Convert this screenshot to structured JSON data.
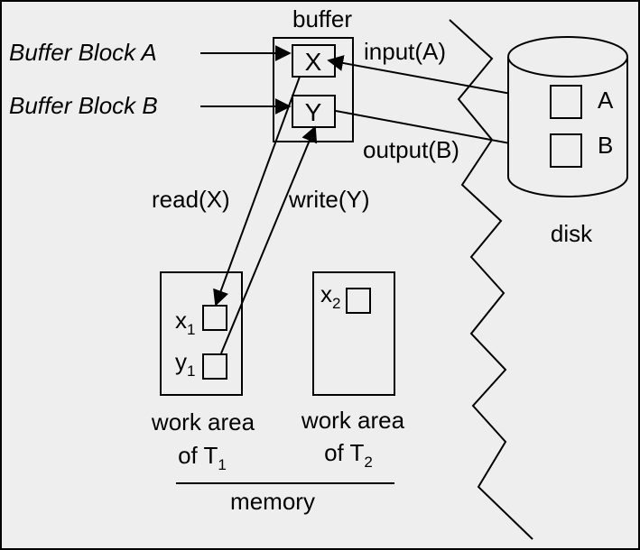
{
  "colors": {
    "background": "#eeeeee",
    "border": "#000000",
    "ink": "#000000"
  },
  "labels": {
    "buffer": "buffer",
    "buffer_block_a": "Buffer Block A",
    "buffer_block_b": "Buffer Block B",
    "input": "input(A)",
    "output": "output(B)",
    "read": "read(X)",
    "write": "write(Y)",
    "disk": "disk",
    "memory": "memory"
  },
  "blocks": {
    "x": "X",
    "y": "Y",
    "a": "A",
    "b": "B"
  },
  "work_areas": {
    "t1": {
      "line1": "work area",
      "line2": "of T",
      "sub": "1",
      "x_var": "x",
      "x_sub": "1",
      "y_var": "y",
      "y_sub": "1"
    },
    "t2": {
      "line1": "work area",
      "line2": "of T",
      "sub": "2",
      "x_var": "x",
      "x_sub": "2"
    }
  }
}
